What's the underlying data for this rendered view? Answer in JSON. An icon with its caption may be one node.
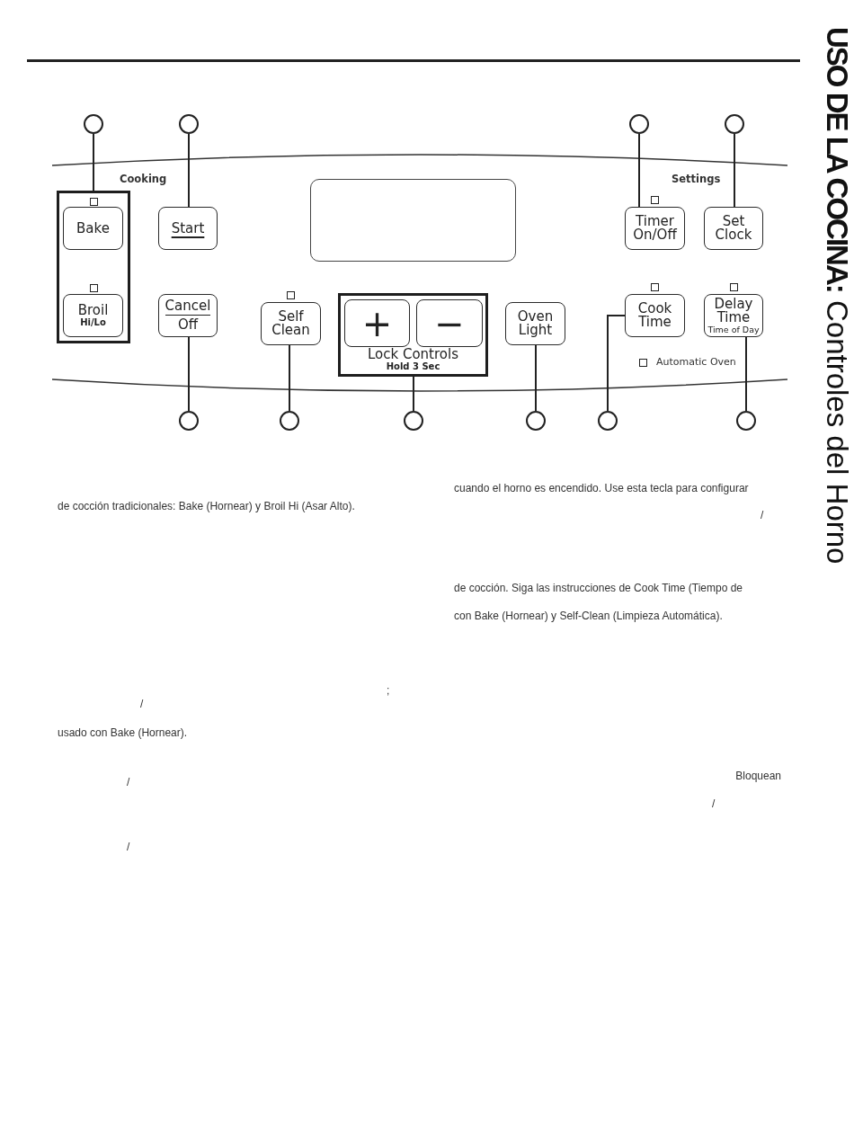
{
  "diagram": {
    "title": "**USO DE LA COCINA:** Controles del Horno",
    "nodes": [
      {
        "text": [],
        "shape": "circle"
      },
      {
        "text": [],
        "shape": "circle"
      },
      {
        "text": [],
        "shape": "circle"
      },
      {
        "text": [],
        "shape": "circle"
      },
      {
        "text": [],
        "shape": "box"
      },
      {
        "text": [
          "Bake"
        ],
        "in": 4
      },
      {
        "text": [
          "Broil",
          "Hi/Lo"
        ],
        "in": 4
      },
      {
        "text": [
          "Start"
        ]
      },
      {
        "text": [],
        "shape": "box"
      },
      {
        "text": [
          "Timer On/Off"
        ]
      },
      {
        "text": [
          "Set Clock"
        ]
      },
      {
        "text": [
          "Cancel",
          "Off"
        ]
      },
      {
        "text": [
          "Self Clean"
        ]
      },
      {
        "text": [
          "Lock Controls",
          "Hold 3 Sec"
        ]
      },
      {
        "text": [
          "+"
        ],
        "in": 13
      },
      {
        "text": [
          "−"
        ],
        "in": 13
      },
      {
        "text": [
          "Oven Light"
        ]
      },
      {
        "text": [
          "Cook Time"
        ]
      },
      {
        "text": [
          "Delay Time",
          "Time of Day"
        ]
      },
      {
        "text": [],
        "shape": "circle"
      },
      {
        "text": [],
        "shape": "circle"
      },
      {
        "text": [],
        "shape": "circle"
      },
      {
        "text": [],
        "shape": "circle"
      },
      {
        "text": [],
        "shape": "circle"
      },
      {
        "text": [],
        "shape": "circle"
      }
    ],
    "edges": [
      {
        "from": 0,
        "to": 4,
        "arrow": "none"
      },
      {
        "from": 1,
        "to": 7,
        "arrow": "none"
      },
      {
        "from": 2,
        "to": 9,
        "arrow": "none"
      },
      {
        "from": 3,
        "to": 10,
        "arrow": "none"
      },
      {
        "from": 19,
        "to": 11,
        "arrow": "none"
      },
      {
        "from": 20,
        "to": 12,
        "arrow": "none"
      },
      {
        "from": 21,
        "to": 13,
        "arrow": "none"
      },
      {
        "from": 22,
        "to": 16,
        "arrow": "none"
      },
      {
        "from": 23,
        "to": 17,
        "arrow": "none"
      },
      {
        "from": 24,
        "to": 18,
        "arrow": "none"
      }
    ],
    "labels": [
      "Cooking",
      "Settings",
      "Automatic Oven",
      "de cocción tradicionales: Bake (Hornear) y Broil Hi (Asar Alto).",
      ";",
      "/",
      "usado con Bake (Hornear).",
      "/",
      "/",
      "cuando el horno es encendido. Use esta tecla para configurar",
      "/",
      "de cocción. Siga las instrucciones de Cook Time (Tiempo de",
      "con Bake (Hornear) y Self-Clean (Limpieza Automática).",
      "Bloquean",
      "/"
    ]
  }
}
